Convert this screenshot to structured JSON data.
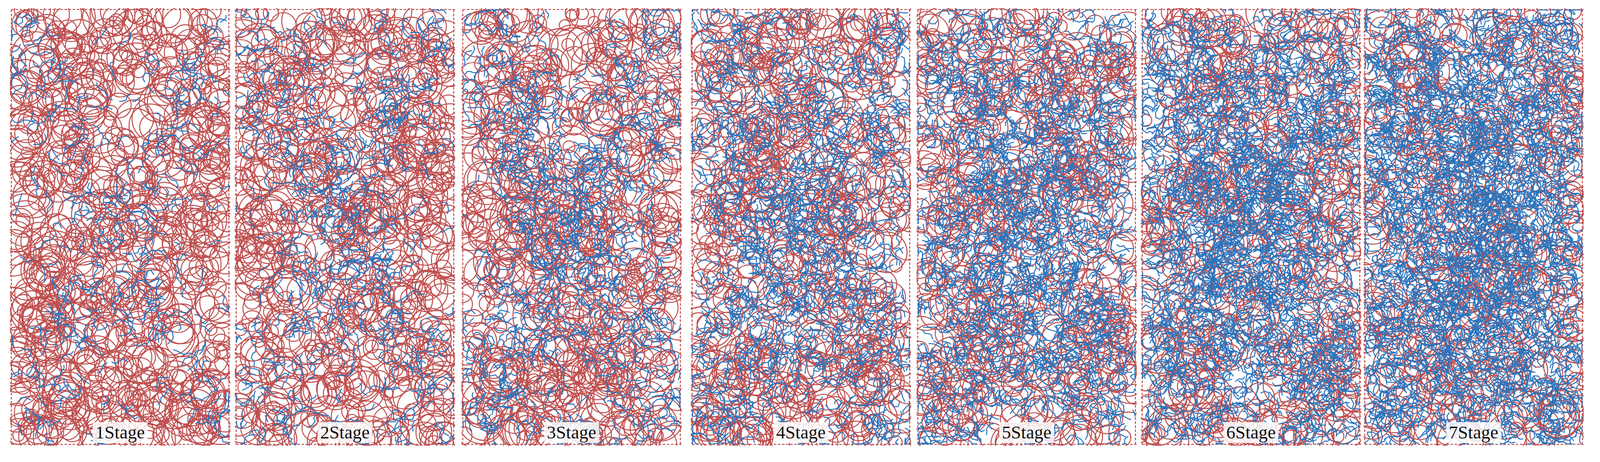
{
  "diagram": {
    "labels": [
      "1Stage",
      "2Stage",
      "3Stage",
      "4Stage",
      "5Stage",
      "6Stage",
      "7Stage"
    ]
  }
}
